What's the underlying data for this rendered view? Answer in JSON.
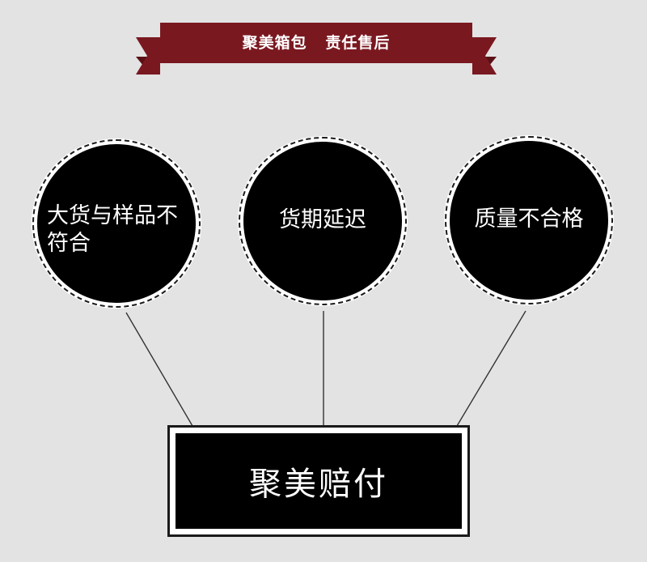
{
  "banner": {
    "text": "聚美箱包   责任售后",
    "color": "#7a1820"
  },
  "circles": [
    {
      "label": "大货与样品不符合"
    },
    {
      "label": "货期延迟"
    },
    {
      "label": "质量不合格"
    }
  ],
  "result": {
    "label": "聚美赔付"
  },
  "colors": {
    "background": "#e3e3e3",
    "node_fill": "#000000",
    "ring": "#ffffff",
    "connector": "#333333"
  }
}
